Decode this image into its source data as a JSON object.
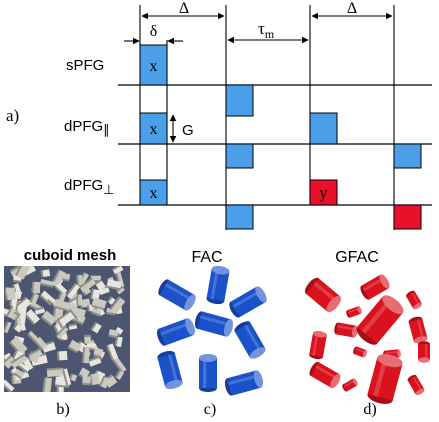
{
  "diagram": {
    "panel_a_label": "a)",
    "panel_b_label": "b)",
    "panel_c_label": "c)",
    "panel_d_label": "d)",
    "sequences": [
      {
        "id": "spfg",
        "name": "sPFG",
        "sub": ""
      },
      {
        "id": "dpfg-par",
        "name": "dPFG",
        "sub": "∥"
      },
      {
        "id": "dpfg-perp",
        "name": "dPFG",
        "sub": "⊥"
      }
    ],
    "pulse_labels": {
      "spfg_first": "x",
      "par_first": "x",
      "perp_first": "x",
      "perp_third": "y"
    },
    "dimension_labels": {
      "delta": "δ",
      "Delta_1": "Δ",
      "tau": "τ",
      "tau_sub": "m",
      "Delta_2": "Δ",
      "gradient": "G"
    },
    "illustrations": {
      "cuboid_title": "cuboid mesh",
      "fac_title": "FAC",
      "gfac_title": "GFAC"
    },
    "colors": {
      "pulse_blue": "#4a9fe8",
      "pulse_red": "#e8102a",
      "cylinder_blue": "#1b52c9",
      "cylinder_red": "#d9121e",
      "mesh_bg": "#4d5670"
    }
  }
}
